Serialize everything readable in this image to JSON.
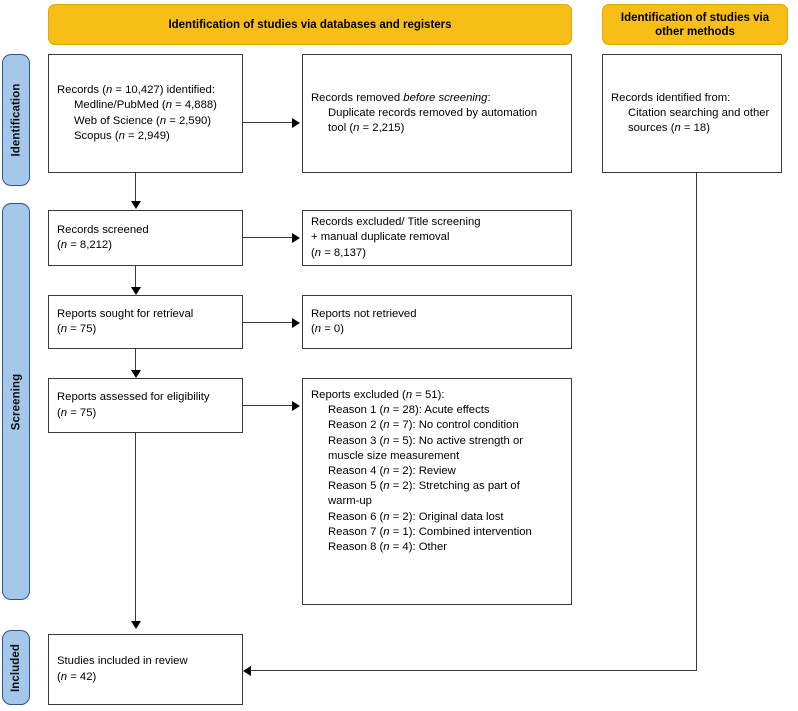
{
  "diagram": {
    "title": "PRISMA 2020 flow diagram",
    "colors": {
      "header_yellow": "#F7BE17",
      "stage_blue": "#A5C8EA",
      "box_border": "#3B3B3B",
      "text": "#000000"
    }
  },
  "headers": {
    "databases": "Identification of studies via databases and registers",
    "other": "Identification of studies via other methods"
  },
  "stages": {
    "identification": "Identification",
    "screening": "Screening",
    "included": "Included"
  },
  "boxes": {
    "records_identified": {
      "line1": "Records (n = 10,427) identified:",
      "line2": "Medline/PubMed (n = 4,888)",
      "line3": "Web of Science (n = 2,590)",
      "line4": "Scopus (n = 2,949)"
    },
    "records_removed": {
      "line1": "Records removed before screening:",
      "line2": "Duplicate records removed by automation",
      "line3": "tool (n = 2,215)"
    },
    "other_sources": {
      "line1": "Records identified from:",
      "line2": "Citation searching and other",
      "line3": "sources (n = 18)"
    },
    "records_screened": {
      "line1": "Records screened",
      "line2": "(n = 8,212)"
    },
    "records_excluded": {
      "line1": "Records excluded/ Title screening",
      "line2": "+ manual duplicate removal",
      "line3": "(n = 8,137)"
    },
    "reports_sought": {
      "line1": "Reports sought for retrieval",
      "line2": "(n = 75)"
    },
    "reports_not_retrieved": {
      "line1": "Reports not retrieved",
      "line2": "(n = 0)"
    },
    "reports_assessed": {
      "line1": "Reports assessed for eligibility",
      "line2": "(n = 75)"
    },
    "reports_excluded": {
      "heading": "Reports excluded (n = 51):",
      "reasons": [
        "Reason 1 (n = 28): Acute effects",
        "Reason 2 (n = 7): No control condition",
        "Reason 3 (n = 5): No active strength or",
        "muscle size measurement",
        "Reason 4 (n = 2): Review",
        "Reason 5 (n = 2): Stretching as part of",
        "warm-up",
        "Reason 6 (n = 2): Original data lost",
        "Reason 7 (n = 1): Combined intervention",
        "Reason 8 (n = 4): Other"
      ]
    },
    "studies_included": {
      "line1": "Studies included in review",
      "line2": "(n = 42)"
    }
  },
  "counts": {
    "identified_total": 10427,
    "medline_pubmed": 4888,
    "web_of_science": 2590,
    "scopus": 2949,
    "duplicates_removed_automation": 2215,
    "other_sources": 18,
    "screened": 8212,
    "excluded_title_screening": 8137,
    "sought_for_retrieval": 75,
    "not_retrieved": 0,
    "assessed_for_eligibility": 75,
    "reports_excluded_total": 51,
    "reason_1_acute_effects": 28,
    "reason_2_no_control_condition": 7,
    "reason_3_no_active_strength_or_muscle_size": 5,
    "reason_4_review": 2,
    "reason_5_stretching_warmup": 2,
    "reason_6_original_data_lost": 2,
    "reason_7_combined_intervention": 1,
    "reason_8_other": 4,
    "included_in_review": 42
  }
}
